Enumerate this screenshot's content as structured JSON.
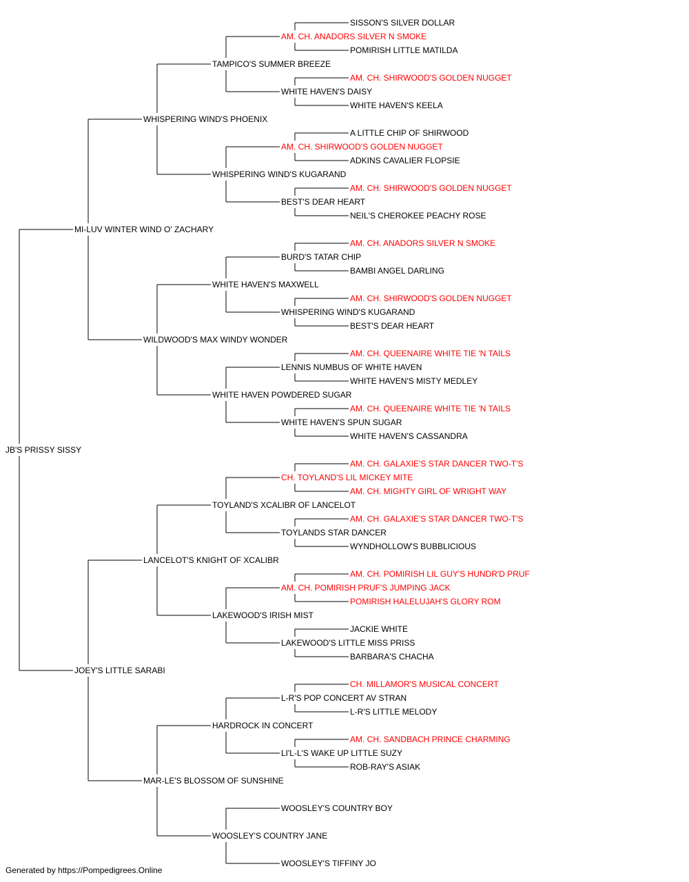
{
  "colors": {
    "normal": "#000000",
    "champion": "#ff0000",
    "line": "#000000"
  },
  "pedigree": {
    "name": "JB'S PRISSY SISSY",
    "champion": false,
    "sire": {
      "name": "MI-LUV WINTER WIND O' ZACHARY",
      "champion": false,
      "sire": {
        "name": "WHISPERING WIND'S PHOENIX",
        "champion": false,
        "sire": {
          "name": "TAMPICO'S SUMMER BREEZE",
          "champion": false,
          "sire": {
            "name": "AM. CH. ANADORS SILVER N SMOKE",
            "champion": true,
            "sire": {
              "name": "SISSON'S SILVER DOLLAR",
              "champion": false
            },
            "dam": {
              "name": "POMIRISH LITTLE MATILDA",
              "champion": false
            }
          },
          "dam": {
            "name": "WHITE HAVEN'S DAISY",
            "champion": false,
            "sire": {
              "name": "AM. CH. SHIRWOOD'S GOLDEN NUGGET",
              "champion": true
            },
            "dam": {
              "name": "WHITE HAVEN'S KEELA",
              "champion": false
            }
          }
        },
        "dam": {
          "name": "WHISPERING WIND'S KUGARAND",
          "champion": false,
          "sire": {
            "name": "AM. CH. SHIRWOOD'S GOLDEN NUGGET",
            "champion": true,
            "sire": {
              "name": "A LITTLE CHIP OF SHIRWOOD",
              "champion": false
            },
            "dam": {
              "name": "ADKINS CAVALIER FLOPSIE",
              "champion": false
            }
          },
          "dam": {
            "name": "BEST'S DEAR HEART",
            "champion": false,
            "sire": {
              "name": "AM. CH. SHIRWOOD'S GOLDEN NUGGET",
              "champion": true
            },
            "dam": {
              "name": "NEIL'S CHEROKEE PEACHY ROSE",
              "champion": false
            }
          }
        }
      },
      "dam": {
        "name": "WILDWOOD'S MAX WINDY WONDER",
        "champion": false,
        "sire": {
          "name": "WHITE HAVEN'S MAXWELL",
          "champion": false,
          "sire": {
            "name": "BURD'S TATAR CHIP",
            "champion": false,
            "sire": {
              "name": "AM. CH. ANADORS SILVER N SMOKE",
              "champion": true
            },
            "dam": {
              "name": "BAMBI ANGEL DARLING",
              "champion": false
            }
          },
          "dam": {
            "name": "WHISPERING WIND'S KUGARAND",
            "champion": false,
            "sire": {
              "name": "AM. CH. SHIRWOOD'S GOLDEN NUGGET",
              "champion": true
            },
            "dam": {
              "name": "BEST'S DEAR HEART",
              "champion": false
            }
          }
        },
        "dam": {
          "name": "WHITE HAVEN POWDERED SUGAR",
          "champion": false,
          "sire": {
            "name": "LENNIS NUMBUS OF WHITE HAVEN",
            "champion": false,
            "sire": {
              "name": "AM. CH. QUEENAIRE WHITE TIE 'N TAILS",
              "champion": true
            },
            "dam": {
              "name": "WHITE HAVEN'S MISTY MEDLEY",
              "champion": false
            }
          },
          "dam": {
            "name": "WHITE HAVEN'S SPUN SUGAR",
            "champion": false,
            "sire": {
              "name": "AM. CH. QUEENAIRE WHITE TIE 'N TAILS",
              "champion": true
            },
            "dam": {
              "name": "WHITE HAVEN'S CASSANDRA",
              "champion": false
            }
          }
        }
      }
    },
    "dam": {
      "name": "JOEY'S LITTLE SARABI",
      "champion": false,
      "sire": {
        "name": "LANCELOT'S KNIGHT OF XCALIBR",
        "champion": false,
        "sire": {
          "name": "TOYLAND'S XCALIBR OF LANCELOT",
          "champion": false,
          "sire": {
            "name": "CH. TOYLAND'S LIL MICKEY MITE",
            "champion": true,
            "sire": {
              "name": "AM. CH. GALAXIE'S STAR DANCER TWO-T'S",
              "champion": true
            },
            "dam": {
              "name": "AM. CH. MIGHTY GIRL OF WRIGHT WAY",
              "champion": true
            }
          },
          "dam": {
            "name": "TOYLANDS STAR DANCER",
            "champion": false,
            "sire": {
              "name": "AM. CH. GALAXIE'S STAR DANCER TWO-T'S",
              "champion": true
            },
            "dam": {
              "name": "WYNDHOLLOW'S BUBBLICIOUS",
              "champion": false
            }
          }
        },
        "dam": {
          "name": "LAKEWOOD'S IRISH MIST",
          "champion": false,
          "sire": {
            "name": "AM. CH. POMIRISH PRUF'S JUMPING JACK",
            "champion": true,
            "sire": {
              "name": "AM. CH. POMIRISH LIL GUY'S HUNDR'D PRUF",
              "champion": true
            },
            "dam": {
              "name": "POMIRISH HALELUJAH'S GLORY ROM",
              "champion": true
            }
          },
          "dam": {
            "name": "LAKEWOOD'S LITTLE MISS PRISS",
            "champion": false,
            "sire": {
              "name": "JACKIE WHITE",
              "champion": false
            },
            "dam": {
              "name": "BARBARA'S CHACHA",
              "champion": false
            }
          }
        }
      },
      "dam": {
        "name": "MAR-LE'S BLOSSOM OF SUNSHINE",
        "champion": false,
        "sire": {
          "name": "HARDROCK IN CONCERT",
          "champion": false,
          "sire": {
            "name": "L-R'S POP CONCERT AV STRAN",
            "champion": false,
            "sire": {
              "name": "CH. MILLAMOR'S MUSICAL CONCERT",
              "champion": true
            },
            "dam": {
              "name": "L-R'S LITTLE MELODY",
              "champion": false
            }
          },
          "dam": {
            "name": "LI'L-L'S WAKE UP LITTLE SUZY",
            "champion": false,
            "sire": {
              "name": "AM. CH. SANDBACH PRINCE CHARMING",
              "champion": true
            },
            "dam": {
              "name": "ROB-RAY'S ASIAK",
              "champion": false
            }
          }
        },
        "dam": {
          "name": "WOOSLEY'S COUNTRY JANE",
          "champion": false,
          "sire": {
            "name": "WOOSLEY'S COUNTRY BOY",
            "champion": false
          },
          "dam": {
            "name": "WOOSLEY'S TIFFINY JO",
            "champion": false
          }
        }
      }
    }
  },
  "footer": {
    "text": "Generated by https://Pompedigrees.Online"
  }
}
